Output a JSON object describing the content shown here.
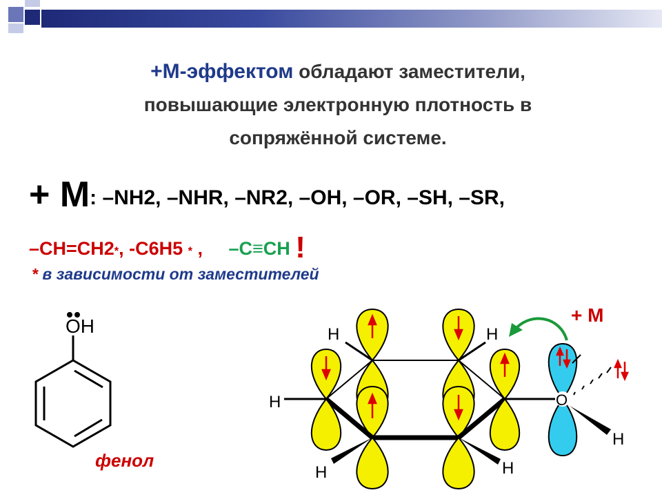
{
  "header": {
    "accent_colors": [
      "#1e2a78",
      "#8e97c6"
    ]
  },
  "title": {
    "accent": "+M-эффектом",
    "rest_line1": " обладают заместители,",
    "line2": "повышающие электронную плотность в",
    "line3": "сопряжённой системе."
  },
  "row1": {
    "prefix": "+ М",
    "colon": ": ",
    "groups": "–NH2, –NHR, –NR2, –OH, –OR, –SH, –SR,"
  },
  "row2": {
    "g1": "–CH=CH2",
    "mark1": "*",
    "g2": ", -C6H5 ",
    "mark2": "*",
    "sep": " ,",
    "g3": "–C≡CH",
    "bang": "!"
  },
  "footnote": {
    "mark": "*",
    "text": " в зависимости от заместителей"
  },
  "phenol": {
    "oh_label": "OH",
    "name": "фенол"
  },
  "orbital_diagram": {
    "effect_label": "+ M",
    "oxygen_label": "O",
    "h_labels": [
      "H",
      "H",
      "H",
      "H",
      "H",
      "H"
    ],
    "colors": {
      "ring_orbital": "#f5f000",
      "oxygen_orbital": "#33ccee",
      "spin_arrow": "#dd0000",
      "effect_arrow": "#1a9a3a",
      "effect_label": "#cc0000"
    }
  }
}
